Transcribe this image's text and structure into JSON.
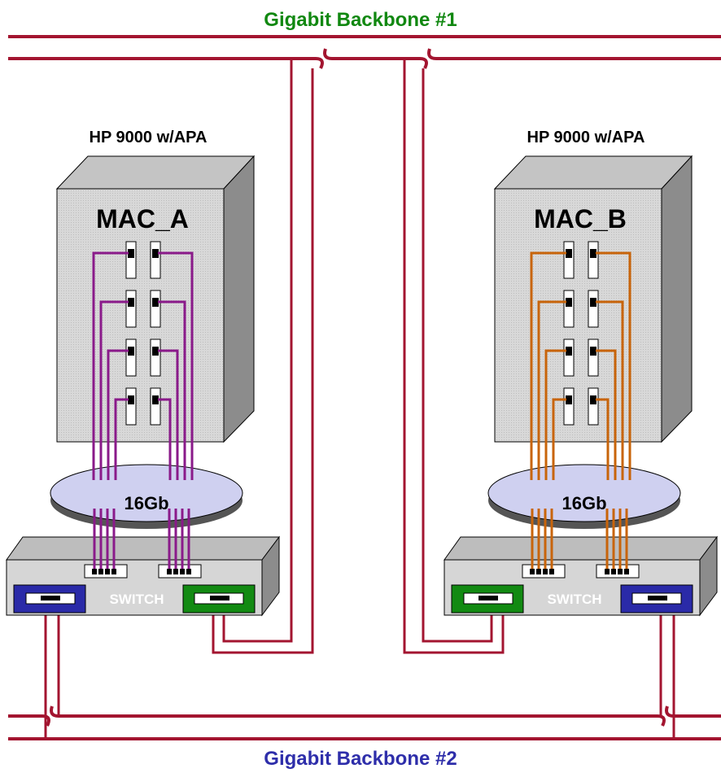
{
  "backbone_top": {
    "label": "Gigabit Backbone #1",
    "color": "#118811"
  },
  "backbone_bottom": {
    "label": "Gigabit Backbone #2",
    "color": "#2e2eaa"
  },
  "colors": {
    "backbone_line": "#a31530",
    "mac_a_links": "#8a1a8a",
    "mac_b_links": "#c8640a",
    "ring": "#cfd0f0",
    "server_front": "#d4d4d4",
    "server_side": "#8c8c8c",
    "server_top": "#c4c4c4",
    "switch_body": "#d6d6d6",
    "port_blue": "#2a2aa8",
    "port_green": "#128a12"
  },
  "servers": [
    {
      "id": "mac_a",
      "caption": "HP 9000 w/APA",
      "name": "MAC_A",
      "ring_label": "16Gb",
      "switch_label": "SWITCH"
    },
    {
      "id": "mac_b",
      "caption": "HP 9000 w/APA",
      "name": "MAC_B",
      "ring_label": "16Gb",
      "switch_label": "SWITCH"
    }
  ]
}
